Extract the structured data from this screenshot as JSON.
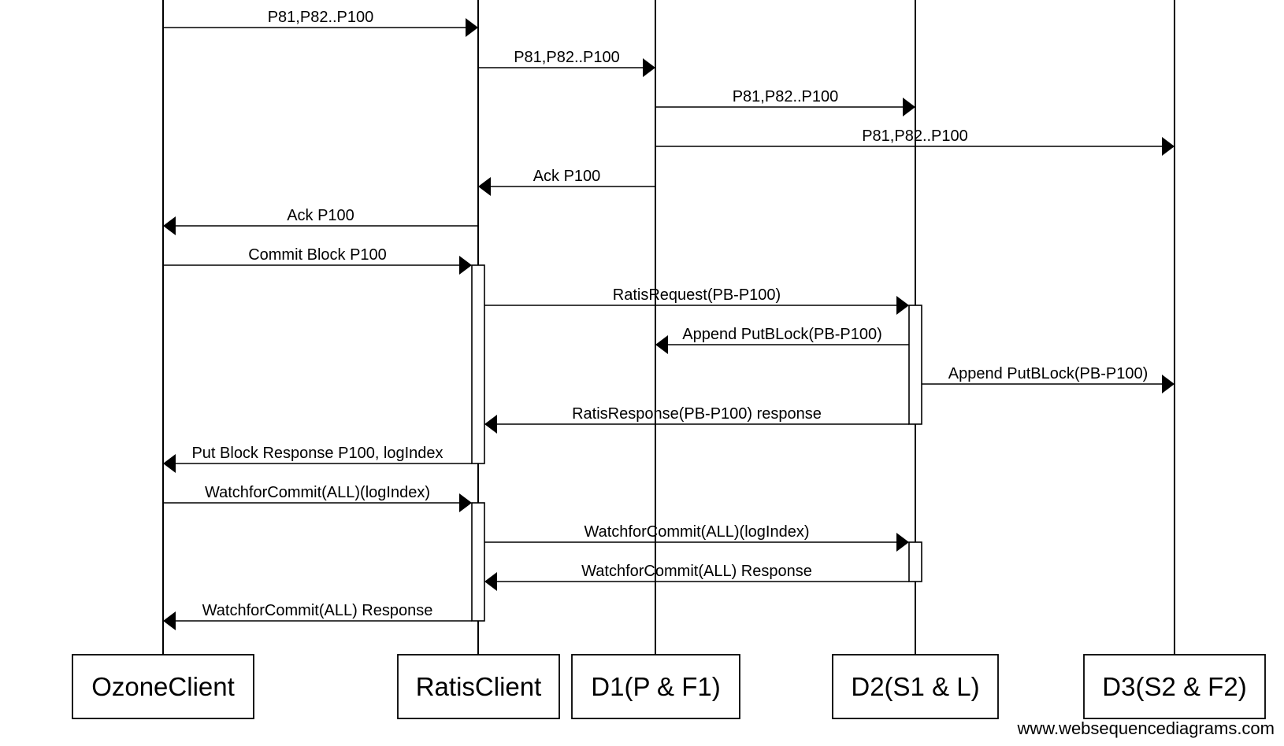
{
  "participants": [
    {
      "id": "oz",
      "label": "OzoneClient"
    },
    {
      "id": "rc",
      "label": "RatisClient"
    },
    {
      "id": "d1",
      "label": "D1(P & F1)"
    },
    {
      "id": "d2",
      "label": "D2(S1 & L)"
    },
    {
      "id": "d3",
      "label": "D3(S2 & F2)"
    }
  ],
  "messages": [
    {
      "from": "oz",
      "to": "rc",
      "label": "P81,P82..P100"
    },
    {
      "from": "rc",
      "to": "d1",
      "label": "P81,P82..P100"
    },
    {
      "from": "d1",
      "to": "d2",
      "label": "P81,P82..P100"
    },
    {
      "from": "d1",
      "to": "d3",
      "label": "P81,P82..P100"
    },
    {
      "from": "d1",
      "to": "rc",
      "label": "Ack P100"
    },
    {
      "from": "rc",
      "to": "oz",
      "label": "Ack P100"
    },
    {
      "from": "oz",
      "to": "rc",
      "label": "Commit Block P100"
    },
    {
      "from": "rc",
      "to": "d2",
      "label": "RatisRequest(PB-P100)"
    },
    {
      "from": "d2",
      "to": "d1",
      "label": "Append PutBLock(PB-P100)"
    },
    {
      "from": "d2",
      "to": "d3",
      "label": "Append PutBLock(PB-P100)"
    },
    {
      "from": "d2",
      "to": "rc",
      "label": "RatisResponse(PB-P100) response"
    },
    {
      "from": "rc",
      "to": "oz",
      "label": "Put Block Response P100, logIndex"
    },
    {
      "from": "oz",
      "to": "rc",
      "label": "WatchforCommit(ALL)(logIndex)"
    },
    {
      "from": "rc",
      "to": "d2",
      "label": "WatchforCommit(ALL)(logIndex)"
    },
    {
      "from": "d2",
      "to": "rc",
      "label": "WatchforCommit(ALL) Response"
    },
    {
      "from": "rc",
      "to": "oz",
      "label": "WatchforCommit(ALL) Response"
    }
  ],
  "watermark": "www.websequencediagrams.com"
}
